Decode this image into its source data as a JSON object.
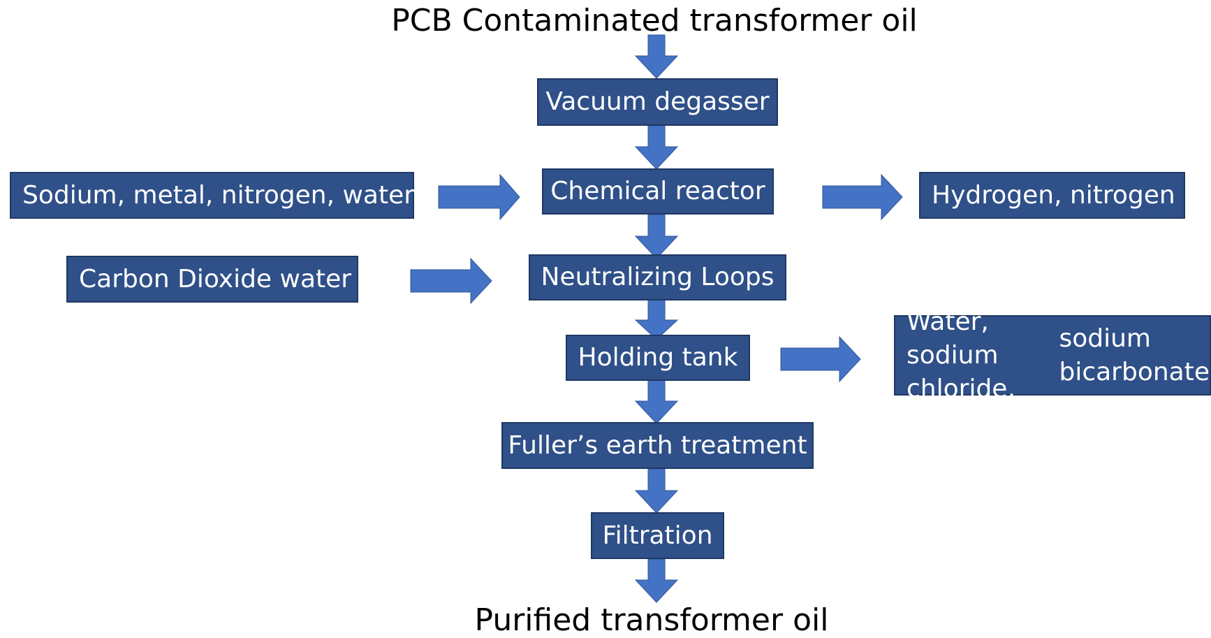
{
  "input_label": "PCB Contaminated transformer oil",
  "output_label": "Purified transformer oil",
  "process_steps": [
    "Vacuum degasser",
    "Chemical reactor",
    "Neutralizing Loops",
    "Holding tank",
    "Fuller’s earth treatment",
    "Filtration"
  ],
  "inputs": {
    "chemical_reactor": "Sodium, metal, nitrogen, water",
    "neutralizing_loops": "Carbon Dioxide water"
  },
  "outputs": {
    "chemical_reactor": "Hydrogen, nitrogen",
    "holding_tank": [
      "Water, sodium chloride,",
      "sodium bicarbonate"
    ]
  },
  "colors": {
    "box_fill": "#2f5088",
    "box_border": "#1f3864",
    "arrow_fill": "#4472c4"
  }
}
